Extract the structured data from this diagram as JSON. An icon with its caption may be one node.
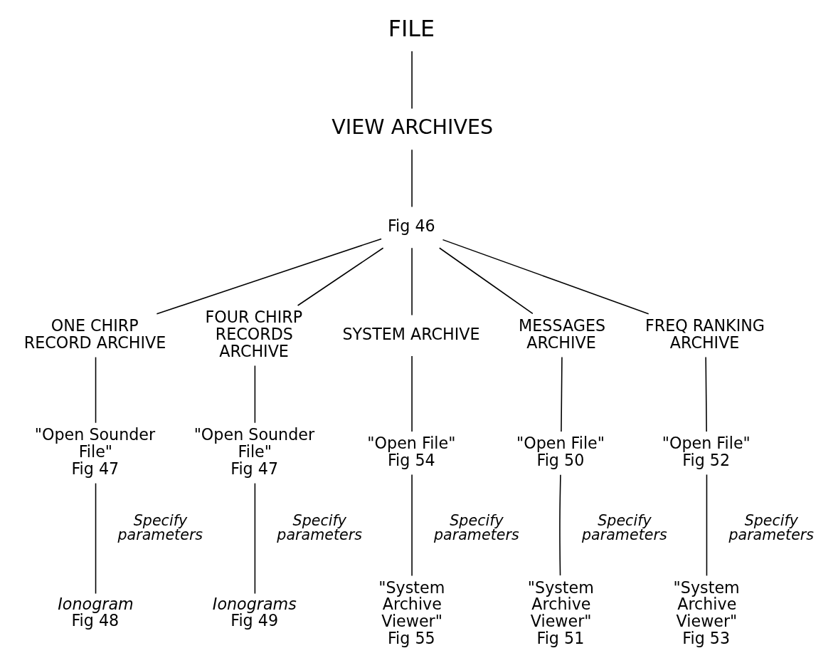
{
  "diagram": {
    "nodes": [
      {
        "text": [
          "FILE"
        ]
      },
      {
        "text": [
          "VIEW ARCHIVES"
        ]
      },
      {
        "text": [
          "Fig 46"
        ]
      },
      {
        "text": [
          "ONE CHIRP RECORD ARCHIVE"
        ]
      },
      {
        "text": [
          "FOUR CHIRP RECORDS ARCHIVE"
        ]
      },
      {
        "text": [
          "SYSTEM ARCHIVE"
        ]
      },
      {
        "text": [
          "MESSAGES ARCHIVE"
        ]
      },
      {
        "text": [
          "FREQ RANKING ARCHIVE"
        ]
      },
      {
        "text": [
          "\"Open Sounder File\"",
          "Fig 47"
        ]
      },
      {
        "text": [
          "\"Open Sounder File\"",
          "Fig 47"
        ]
      },
      {
        "text": [
          "\"Open File\"",
          "Fig 54"
        ]
      },
      {
        "text": [
          "\"Open File\"",
          "Fig 50"
        ]
      },
      {
        "text": [
          "\"Open File\"",
          "Fig 52"
        ]
      },
      {
        "text": [
          "Ionogram",
          "Fig 48"
        ]
      },
      {
        "text": [
          "Ionograms",
          "Fig 49"
        ]
      },
      {
        "text": [
          "\"System Archive Viewer\"",
          "Fig 55"
        ]
      },
      {
        "text": [
          "\"System Archive Viewer\"",
          "Fig 51"
        ]
      },
      {
        "text": [
          "\"System Archive Viewer\"",
          "Fig 53"
        ]
      }
    ],
    "edges": [
      {
        "from": 0,
        "to": 1,
        "arrow": "none"
      },
      {
        "from": 1,
        "to": 2,
        "arrow": "none"
      },
      {
        "from": 2,
        "to": 3,
        "arrow": "none"
      },
      {
        "from": 2,
        "to": 4,
        "arrow": "none"
      },
      {
        "from": 2,
        "to": 5,
        "arrow": "none"
      },
      {
        "from": 2,
        "to": 6,
        "arrow": "none"
      },
      {
        "from": 2,
        "to": 7,
        "arrow": "none"
      },
      {
        "from": 3,
        "to": 8,
        "arrow": "none"
      },
      {
        "from": 4,
        "to": 9,
        "arrow": "none"
      },
      {
        "from": 5,
        "to": 10,
        "arrow": "none"
      },
      {
        "from": 6,
        "to": 11,
        "arrow": "none"
      },
      {
        "from": 7,
        "to": 12,
        "arrow": "none"
      },
      {
        "from": 8,
        "to": 13,
        "arrow": "none",
        "label": "Specify parameters"
      },
      {
        "from": 9,
        "to": 14,
        "arrow": "none",
        "label": "Specify parameters"
      },
      {
        "from": 10,
        "to": 15,
        "arrow": "none",
        "label": "Specify parameters"
      },
      {
        "from": 11,
        "to": 16,
        "arrow": "none",
        "label": "Specify parameters"
      },
      {
        "from": 12,
        "to": 17,
        "arrow": "none",
        "label": "Specify parameters"
      }
    ]
  }
}
